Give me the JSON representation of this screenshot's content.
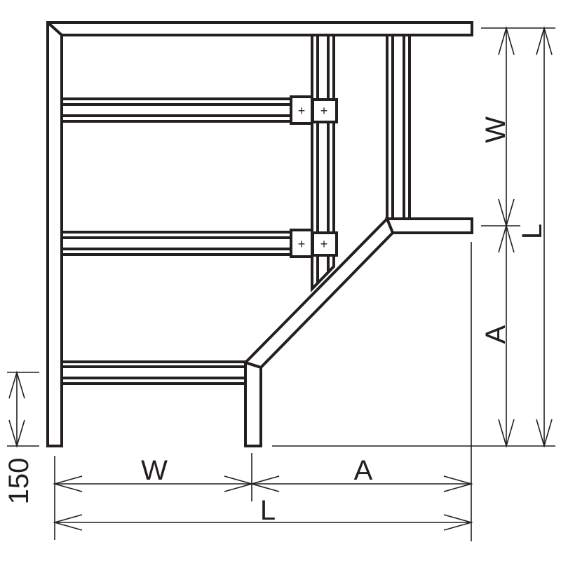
{
  "diagram": {
    "dimensions": {
      "right_W": "W",
      "right_A": "A",
      "right_L": "L",
      "bottom_W": "W",
      "bottom_A": "A",
      "bottom_L": "L",
      "left_height": "150"
    },
    "connector_mark": "+",
    "colors": {
      "line": "#231f20",
      "background": "#ffffff"
    }
  }
}
